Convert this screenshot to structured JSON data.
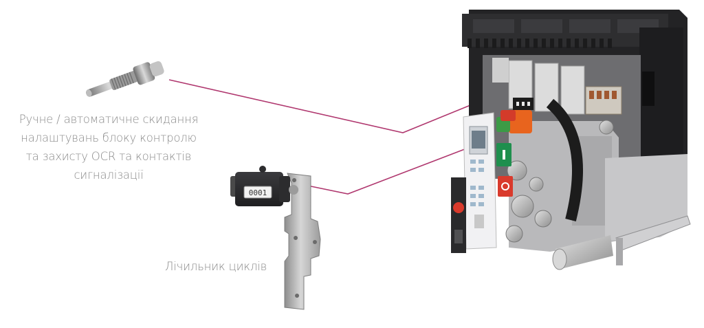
{
  "callouts": {
    "reset": {
      "lines": [
        "Ручне / автоматичне скидання",
        "налаштувань блоку контролю",
        "та захисту OCR  та контактів",
        "сигналізації"
      ]
    },
    "counter": {
      "label": "Лічильник циклів"
    }
  },
  "counter_digits": "0001",
  "colors": {
    "leader_line": "#b0386f",
    "caption_text": "#8a8a8a",
    "breaker_body": "#2a2a2c",
    "green_button": "#1f8f4e",
    "red_button": "#d93a2c",
    "orange_lever": "#e8641e"
  },
  "icons": {
    "reset_pin": "threaded-reset-pin-icon",
    "cycle_counter": "mechanical-counter-icon",
    "breaker": "air-circuit-breaker-illustration"
  }
}
